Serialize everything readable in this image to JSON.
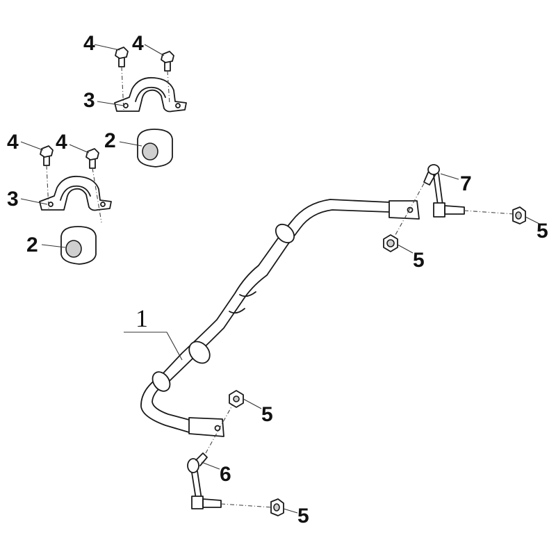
{
  "callouts": {
    "c1": "1",
    "c2a": "2",
    "c2b": "2",
    "c3a": "3",
    "c3b": "3",
    "c4a": "4",
    "c4b": "4",
    "c4c": "4",
    "c4d": "4",
    "c5a": "5",
    "c5b": "5",
    "c5c": "5",
    "c5d": "5",
    "c6": "6",
    "c7": "7"
  }
}
